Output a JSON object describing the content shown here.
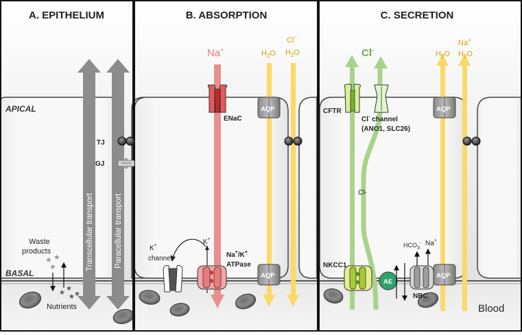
{
  "panels": {
    "a": {
      "title": "A. EPITHELIUM"
    },
    "b": {
      "title": "B. ABSORPTION"
    },
    "c": {
      "title": "C. SECRETION"
    }
  },
  "labels": {
    "apical": "APICAL",
    "basal": "BASAL",
    "tj": "TJ",
    "gj": "GJ",
    "transcellular": "Transcellular transport",
    "paracellular": "Paracellular transport",
    "waste_line1": "Waste",
    "waste_line2": "products",
    "nutrients": "Nutrients",
    "blood": "Blood"
  },
  "absorption": {
    "na": "Na",
    "na_sup": "+",
    "h2o": "H",
    "h2o_sub": "2",
    "h2o_end": "O",
    "cl": "Cl",
    "cl_sup": "−",
    "h2o2": "H",
    "h2o2_sub": "2",
    "h2o2_end": "O",
    "enac": "ENaC",
    "aqp_top": "AQP",
    "aqp_bottom": "AQP",
    "k_left": "K",
    "k_left_sup": "+",
    "k_left_line2": "channel",
    "k_right": "K",
    "k_right_sup": "+",
    "atpase_line1": "Na",
    "atpase_sup1": "+",
    "atpase_mid": "/K",
    "atpase_sup2": "+",
    "atpase_line2": "ATPase"
  },
  "secretion": {
    "cl": "Cl",
    "cl_sup": "-",
    "h2o": "H",
    "h2o_sub": "2",
    "h2o_end": "O",
    "na": "Na",
    "na_sup": "+",
    "h2o2": "H",
    "h2o2_sub": "2",
    "h2o2_end": "O",
    "cftr": "CFTR",
    "cl_channel_1": "Cl",
    "cl_channel_sup": "-",
    "cl_channel_rest": " channel",
    "cl_channel_2": "(ANO1, SLC26)",
    "cl_mid": "Cl-",
    "nkcc1": "NKCC1",
    "ae": "AE",
    "nbc": "NBC",
    "hco3": "HCO",
    "hco3_sub": "3",
    "hco3_sup": "-",
    "na2": "Na",
    "na2_sup": "+",
    "aqp_top": "AQP",
    "aqp_bottom": "AQP"
  },
  "colors": {
    "sodium": "#e8908c",
    "water": "#fbd967",
    "chloride": "#a8d38a",
    "chloride_text": "#6ea84a",
    "water_text": "#d9a300",
    "sodium_text": "#e77a74",
    "arrow_grey": "#8c8c8c",
    "divider": "#111111"
  }
}
